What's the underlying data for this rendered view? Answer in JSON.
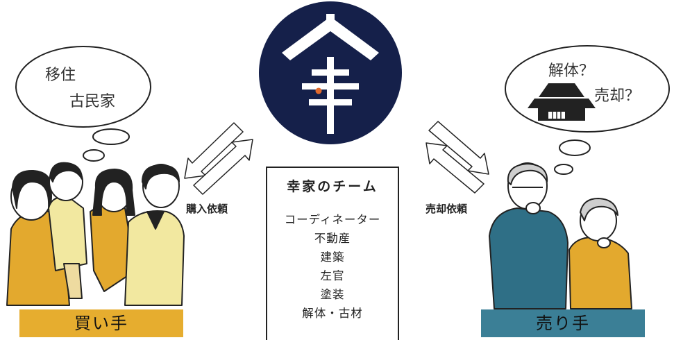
{
  "colors": {
    "logo_bg": "#15204a",
    "accent_dot": "#e26a2c",
    "buyer_bar": "#e6ad2f",
    "seller_bar": "#3b7f96",
    "buyer_clothes": "#e3a92e",
    "seller_clothes": "#2f6f86"
  },
  "left_bubble": {
    "line1": "移住",
    "line2": "古民家"
  },
  "right_bubble": {
    "line1": "解体？",
    "line2": "売却？"
  },
  "team": {
    "title": "幸家のチーム",
    "items": [
      "コーディネーター",
      "不動産",
      "建築",
      "左官",
      "塗装",
      "解体・古材"
    ]
  },
  "requests": {
    "buy": "購入依頼",
    "sell": "売却依頼"
  },
  "labels": {
    "buyer": "買い手",
    "seller": "売り手"
  }
}
